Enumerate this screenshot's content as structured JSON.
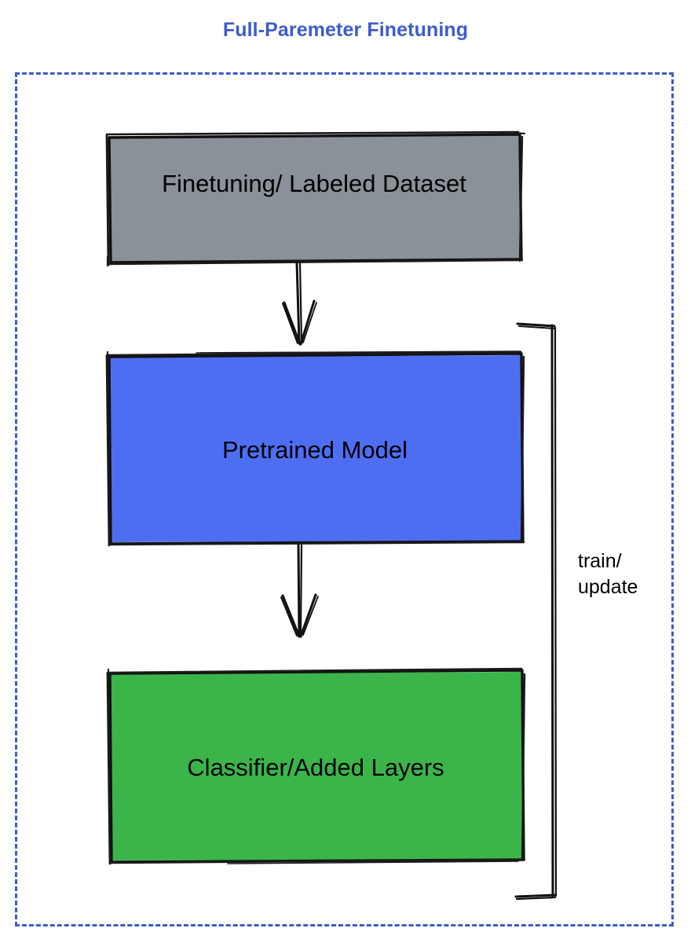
{
  "diagram": {
    "title": "Full-Paremeter Finetuning",
    "title_color": "#3b5ccc",
    "frame": {
      "style": "dashed",
      "color": "#3b5ccc"
    },
    "nodes": [
      {
        "id": "dataset",
        "label": "Finetuning/ Labeled Dataset",
        "fill": "#8b9199",
        "stroke": "#111111",
        "text_color": "#000000"
      },
      {
        "id": "pretrained-model",
        "label": "Pretrained Model",
        "fill": "#4e6ef2",
        "stroke": "#111111",
        "text_color": "#000000"
      },
      {
        "id": "classifier",
        "label": "Classifier/Added Layers",
        "fill": "#3bb54a",
        "stroke": "#111111",
        "text_color": "#000000"
      }
    ],
    "edges": [
      {
        "id": "dataset-to-model",
        "from": "dataset",
        "to": "pretrained-model",
        "label": ""
      },
      {
        "id": "model-to-classifier",
        "from": "pretrained-model",
        "to": "classifier",
        "label": ""
      },
      {
        "id": "feedback-loop",
        "from": "classifier",
        "to": "pretrained-model",
        "label_line1": "train/",
        "label_line2": "update"
      }
    ],
    "loop_label": {
      "line1": "train/",
      "line2": "update"
    }
  }
}
